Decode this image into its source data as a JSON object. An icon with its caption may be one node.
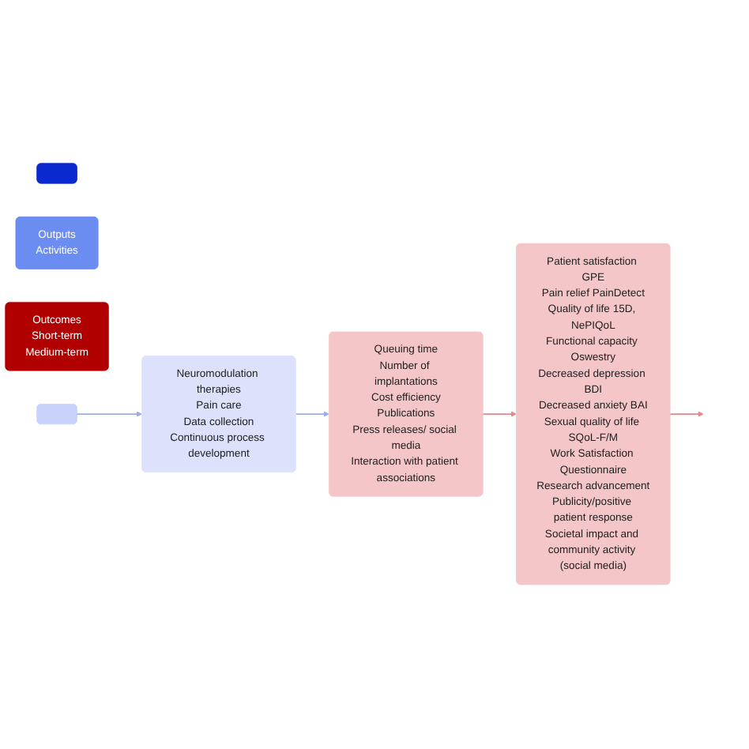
{
  "diagram": {
    "nodes": [
      {
        "text": [],
        "shape": "box"
      },
      {
        "text": [
          "Outputs",
          "Activities"
        ]
      },
      {
        "text": [
          "Outcomes",
          "Short-term",
          "Medium-term"
        ]
      },
      {
        "text": [],
        "shape": "box"
      },
      {
        "text": [
          "Neuromodulation therapies",
          "Pain care",
          "Data collection",
          "Continuous process development"
        ]
      },
      {
        "text": [
          "Queuing time",
          "Number of implantations",
          "Cost efficiency",
          "Publications",
          "Press releases/ social media",
          "Interaction with patient associations"
        ]
      },
      {
        "text": [
          "Patient satisfaction GPE",
          "Pain relief PainDetect",
          "Quality of life 15D, NePIQoL",
          "Functional capacity Oswestry",
          "Decreased depression BDI",
          "Decreased anxiety BAI",
          "Sexual quality of life SQoL-F/M",
          "Work Satisfaction Questionnaire",
          "Research advancement",
          "Publicity/positive patient response",
          "Societal impact and community activity (social media)"
        ]
      }
    ],
    "edges": [
      {
        "from": 3,
        "to": 4,
        "arrow": "to"
      },
      {
        "from": 4,
        "to": 5,
        "arrow": "to"
      },
      {
        "from": 5,
        "to": 6,
        "arrow": "to",
        "color": "#e08a8a"
      },
      {
        "from": 6,
        "to": null,
        "arrow": "to",
        "color": "#e08a8a"
      }
    ]
  }
}
